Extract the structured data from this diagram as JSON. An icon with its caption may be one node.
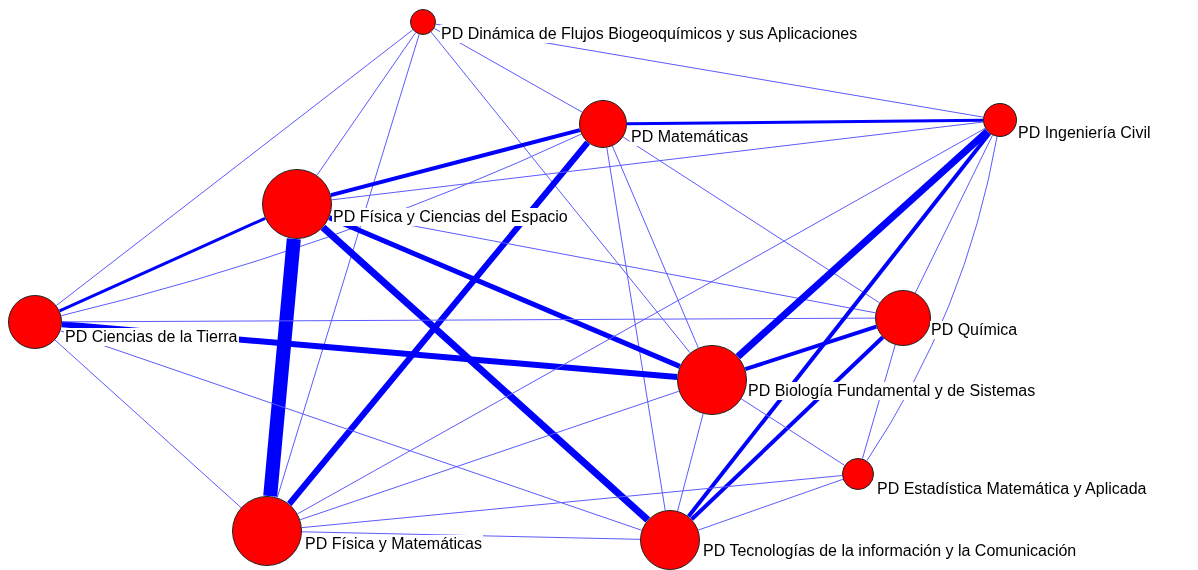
{
  "diagram": {
    "nodes": [
      {
        "text": [],
        "shape": "circle",
        "beside": [
          "PD Dinámica de Flujos Biogeoquímicos y sus Aplicaciones"
        ]
      },
      {
        "text": [],
        "shape": "circle",
        "beside": [
          "PD Matemáticas"
        ]
      },
      {
        "text": [],
        "shape": "circle",
        "beside": [
          "PD Ingeniería Civil"
        ]
      },
      {
        "text": [],
        "shape": "circle",
        "beside": [
          "PD Física y Ciencias del Espacio"
        ]
      },
      {
        "text": [],
        "shape": "circle",
        "beside": [
          "PD Ciencias de la Tierra"
        ]
      },
      {
        "text": [],
        "shape": "circle",
        "beside": [
          "PD Química"
        ]
      },
      {
        "text": [],
        "shape": "circle",
        "beside": [
          "PD Biología Fundamental y de Sistemas"
        ]
      },
      {
        "text": [],
        "shape": "circle",
        "beside": [
          "PD Estadística Matemática y Aplicada"
        ]
      },
      {
        "text": [],
        "shape": "circle",
        "beside": [
          "PD Física y Matemáticas"
        ]
      },
      {
        "text": [],
        "shape": "circle",
        "beside": [
          "PD Tecnologías de la información y la Comunicación"
        ]
      }
    ],
    "edges": [
      {
        "from": 0,
        "to": 4,
        "arrow": "none"
      },
      {
        "from": 0,
        "to": 3,
        "arrow": "none"
      },
      {
        "from": 0,
        "to": 8,
        "arrow": "none"
      },
      {
        "from": 0,
        "to": 6,
        "arrow": "none"
      },
      {
        "from": 0,
        "to": 1,
        "arrow": "none"
      },
      {
        "from": 0,
        "to": 2,
        "arrow": "none"
      },
      {
        "from": 1,
        "to": 3,
        "arrow": "none",
        "style": "thick",
        "color": "#0000ff"
      },
      {
        "from": 1,
        "to": 8,
        "arrow": "none",
        "style": "thick",
        "color": "#0000ff"
      },
      {
        "from": 1,
        "to": 2,
        "arrow": "none",
        "style": "thick",
        "color": "#0000ff"
      },
      {
        "from": 1,
        "to": 9,
        "arrow": "none"
      },
      {
        "from": 1,
        "to": 5,
        "arrow": "none"
      },
      {
        "from": 1,
        "to": 6,
        "arrow": "none"
      },
      {
        "from": 1,
        "to": 4,
        "arrow": "none"
      },
      {
        "from": 3,
        "to": 8,
        "arrow": "none",
        "style": "thick",
        "color": "#0000ff"
      },
      {
        "from": 3,
        "to": 9,
        "arrow": "none",
        "style": "thick",
        "color": "#0000ff"
      },
      {
        "from": 3,
        "to": 6,
        "arrow": "none",
        "style": "thick",
        "color": "#0000ff"
      },
      {
        "from": 3,
        "to": 5,
        "arrow": "none"
      },
      {
        "from": 3,
        "to": 2,
        "arrow": "none"
      },
      {
        "from": 3,
        "to": 4,
        "arrow": "none",
        "style": "thick",
        "color": "#0000ff"
      },
      {
        "from": 4,
        "to": 6,
        "arrow": "none",
        "style": "thick",
        "color": "#0000ff"
      },
      {
        "from": 4,
        "to": 5,
        "arrow": "none"
      },
      {
        "from": 4,
        "to": 8,
        "arrow": "none"
      },
      {
        "from": 4,
        "to": 9,
        "arrow": "none"
      },
      {
        "from": 2,
        "to": 6,
        "arrow": "none",
        "style": "thick",
        "color": "#0000ff"
      },
      {
        "from": 2,
        "to": 9,
        "arrow": "none",
        "style": "thick",
        "color": "#0000ff"
      },
      {
        "from": 2,
        "to": 7,
        "arrow": "none"
      },
      {
        "from": 2,
        "to": 5,
        "arrow": "none"
      },
      {
        "from": 2,
        "to": 8,
        "arrow": "none"
      },
      {
        "from": 5,
        "to": 6,
        "arrow": "none",
        "style": "thick",
        "color": "#0000ff"
      },
      {
        "from": 5,
        "to": 9,
        "arrow": "none",
        "style": "thick",
        "color": "#0000ff"
      },
      {
        "from": 5,
        "to": 7,
        "arrow": "none"
      },
      {
        "from": 6,
        "to": 8,
        "arrow": "none"
      },
      {
        "from": 6,
        "to": 9,
        "arrow": "none"
      },
      {
        "from": 6,
        "to": 7,
        "arrow": "none"
      },
      {
        "from": 7,
        "to": 8,
        "arrow": "none"
      },
      {
        "from": 7,
        "to": 9,
        "arrow": "none"
      },
      {
        "from": 8,
        "to": 9,
        "arrow": "none"
      }
    ]
  }
}
